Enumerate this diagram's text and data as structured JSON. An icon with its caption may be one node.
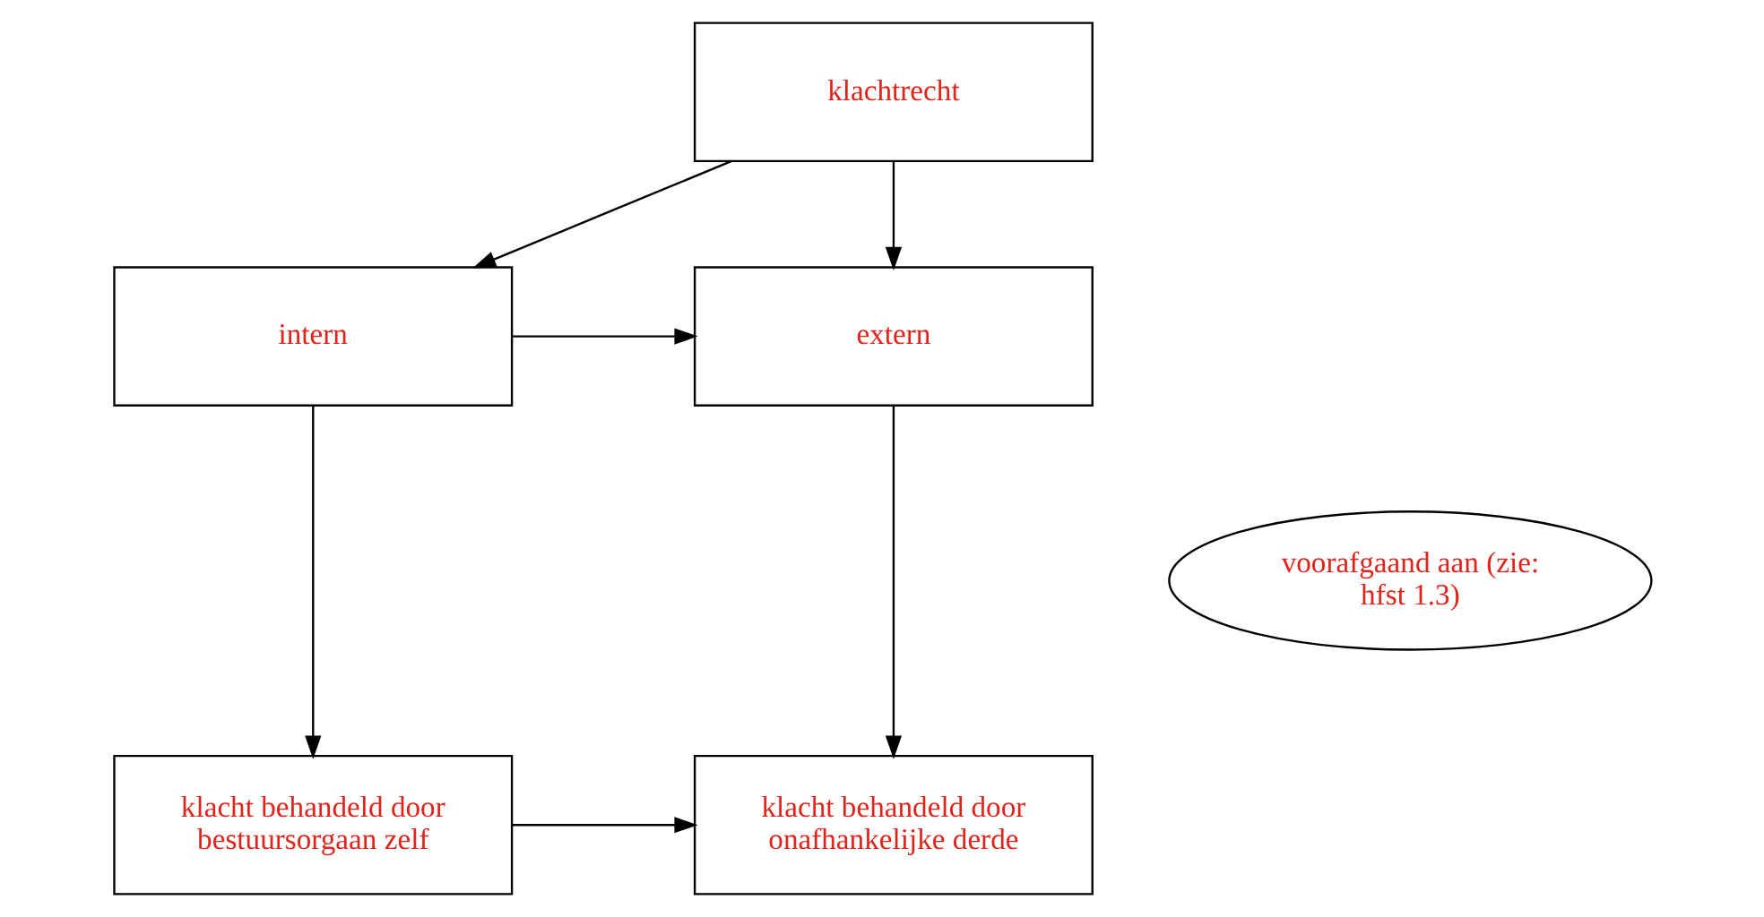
{
  "diagram": {
    "nodes": [
      {
        "text": [
          "klachtrecht"
        ]
      },
      {
        "text": [
          "intern"
        ]
      },
      {
        "text": [
          "extern"
        ]
      },
      {
        "text": [
          "voorafgaand aan (zie: hfst 1.3)"
        ]
      },
      {
        "text": [
          "klacht behandeld door bestuursorgaan zelf"
        ]
      },
      {
        "text": [
          "klacht behandeld door onafhankelijke derde"
        ]
      }
    ],
    "edges": [
      {
        "from": 0,
        "to": 1,
        "arrow": "to"
      },
      {
        "from": 0,
        "to": 2,
        "arrow": "to"
      },
      {
        "from": 1,
        "to": 2,
        "arrow": "to"
      },
      {
        "from": 1,
        "to": 4,
        "arrow": "to"
      },
      {
        "from": 2,
        "to": 5,
        "arrow": "to"
      },
      {
        "from": 4,
        "to": 5,
        "arrow": "to"
      }
    ]
  }
}
